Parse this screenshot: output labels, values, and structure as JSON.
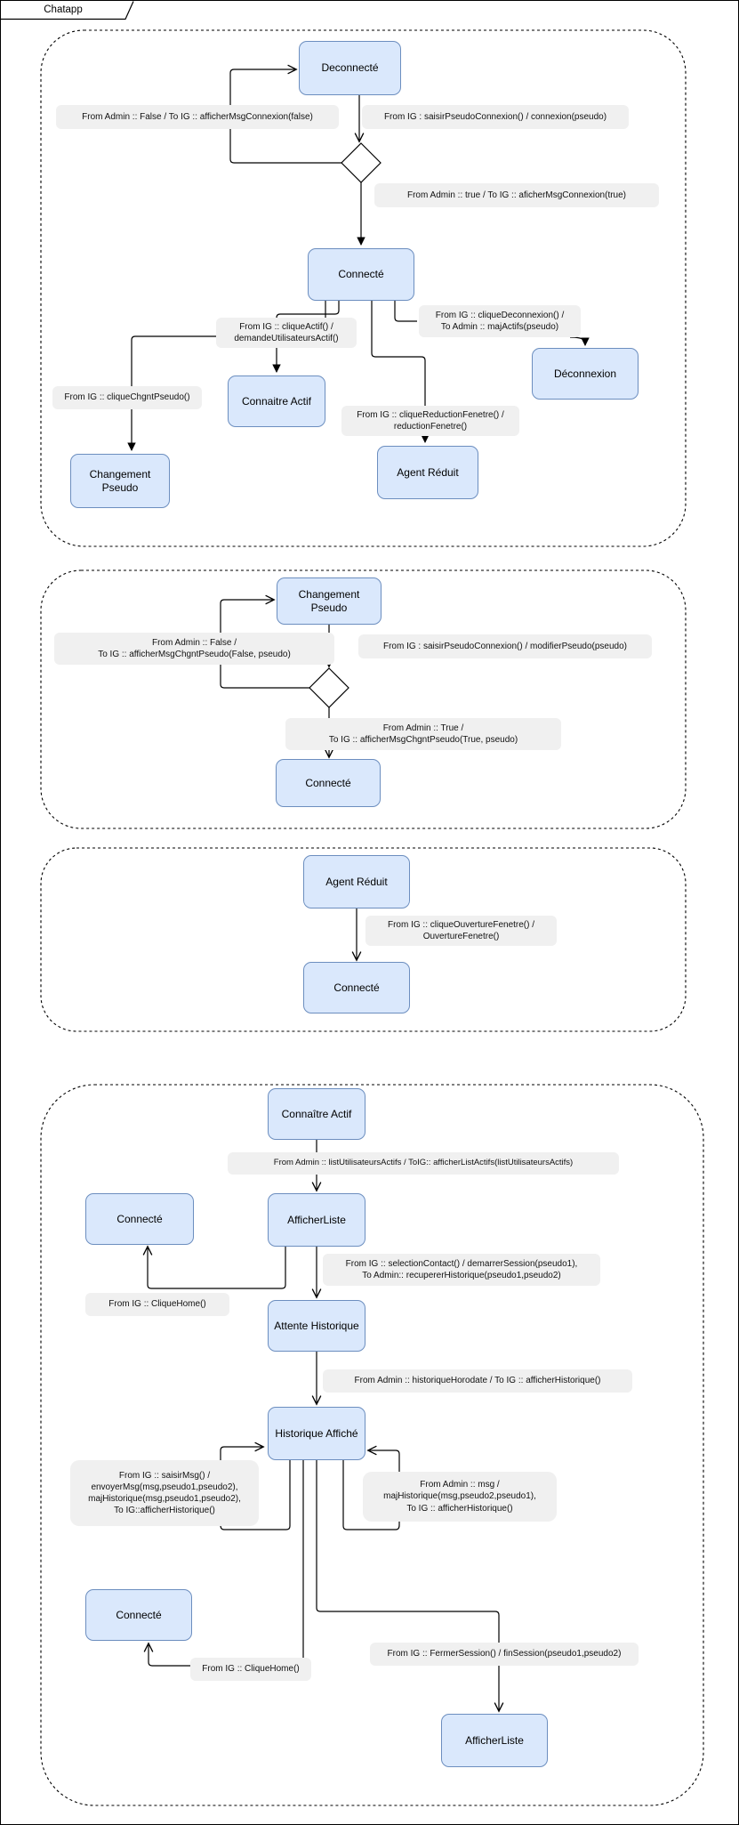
{
  "frame": {
    "title": "Chatapp"
  },
  "colors": {
    "state_fill": "#dae8fc",
    "state_border": "#6c8ebf",
    "label_bg": "#f0f0f0"
  },
  "states": {
    "deconnecte_r1": "Deconnecté",
    "connecte_r1": "Connecté",
    "connaitre_r1": "Connaitre Actif",
    "changement_r1": "Changement Pseudo",
    "agent_r1": "Agent Réduit",
    "deconnexion_r1": "Déconnexion",
    "changement_r2": "Changement Pseudo",
    "connecte_r2": "Connecté",
    "agent_r3": "Agent Réduit",
    "connecte_r3": "Connecté",
    "connaitre_r4": "Connaître Actif",
    "connecte_r4a": "Connecté",
    "afficherliste_r4a": "AfficherListe",
    "attente_r4": "Attente Historique",
    "historique_r4": "Historique Affiché",
    "connecte_r4b": "Connecté",
    "afficherliste_r4b": "AfficherListe"
  },
  "transitions": {
    "false1": "From Admin :: False  / To IG :: afficherMsgConnexion(false)",
    "saisir1": "From IG : saisirPseudoConnexion() / connexion(pseudo)",
    "true1": "From Admin :: true  / To IG :: aficherMsgConnexion(true)",
    "cliqueactif": "From IG :: cliqueActif() /\ndemandeUtilisateursActif()",
    "cliquedeconnexion": "From IG :: cliqueDeconnexion() /\nTo Admin :: majActifs(pseudo)",
    "cliquechgnt": "From IG :: cliqueChgntPseudo()",
    "reduction": "From IG :: cliqueReductionFenetre() /\nreductionFenetre()",
    "false2": "From Admin :: False /\nTo IG :: afficherMsgChgntPseudo(False, pseudo)",
    "saisir2": "From IG : saisirPseudoConnexion() / modifierPseudo(pseudo)",
    "true2": "From Admin :: True /\nTo IG :: afficherMsgChgntPseudo(True, pseudo)",
    "ouverture": "From IG :: cliqueOuvertureFenetre() /\nOuvertureFenetre()",
    "listutilisateurs": "From Admin :: listUtilisateursActifs / ToIG:: afficherListActifs(listUtilisateursActifs)",
    "selection": "From IG :: selectionContact() / demarrerSession(pseudo1),\nTo Admin:: recupererHistorique(pseudo1,pseudo2)",
    "cliquehome_a": "From IG :: CliqueHome()",
    "horodate": "From Admin :: historiqueHorodate / To IG :: afficherHistorique()",
    "saisirmsg": "From IG :: saisirMsg() /\nenvoyerMsg(msg,pseudo1,pseudo2),\nmajHistorique(msg,pseudo1,pseudo2),\nTo IG::afficherHistorique()",
    "adminmsg": "From Admin :: msg /\nmajHistorique(msg,pseudo2,pseudo1),\nTo IG :: afficherHistorique()",
    "cliquehome_b": "From IG :: CliqueHome()",
    "fermersession": "From IG :: FermerSession() / finSession(pseudo1,pseudo2)"
  }
}
